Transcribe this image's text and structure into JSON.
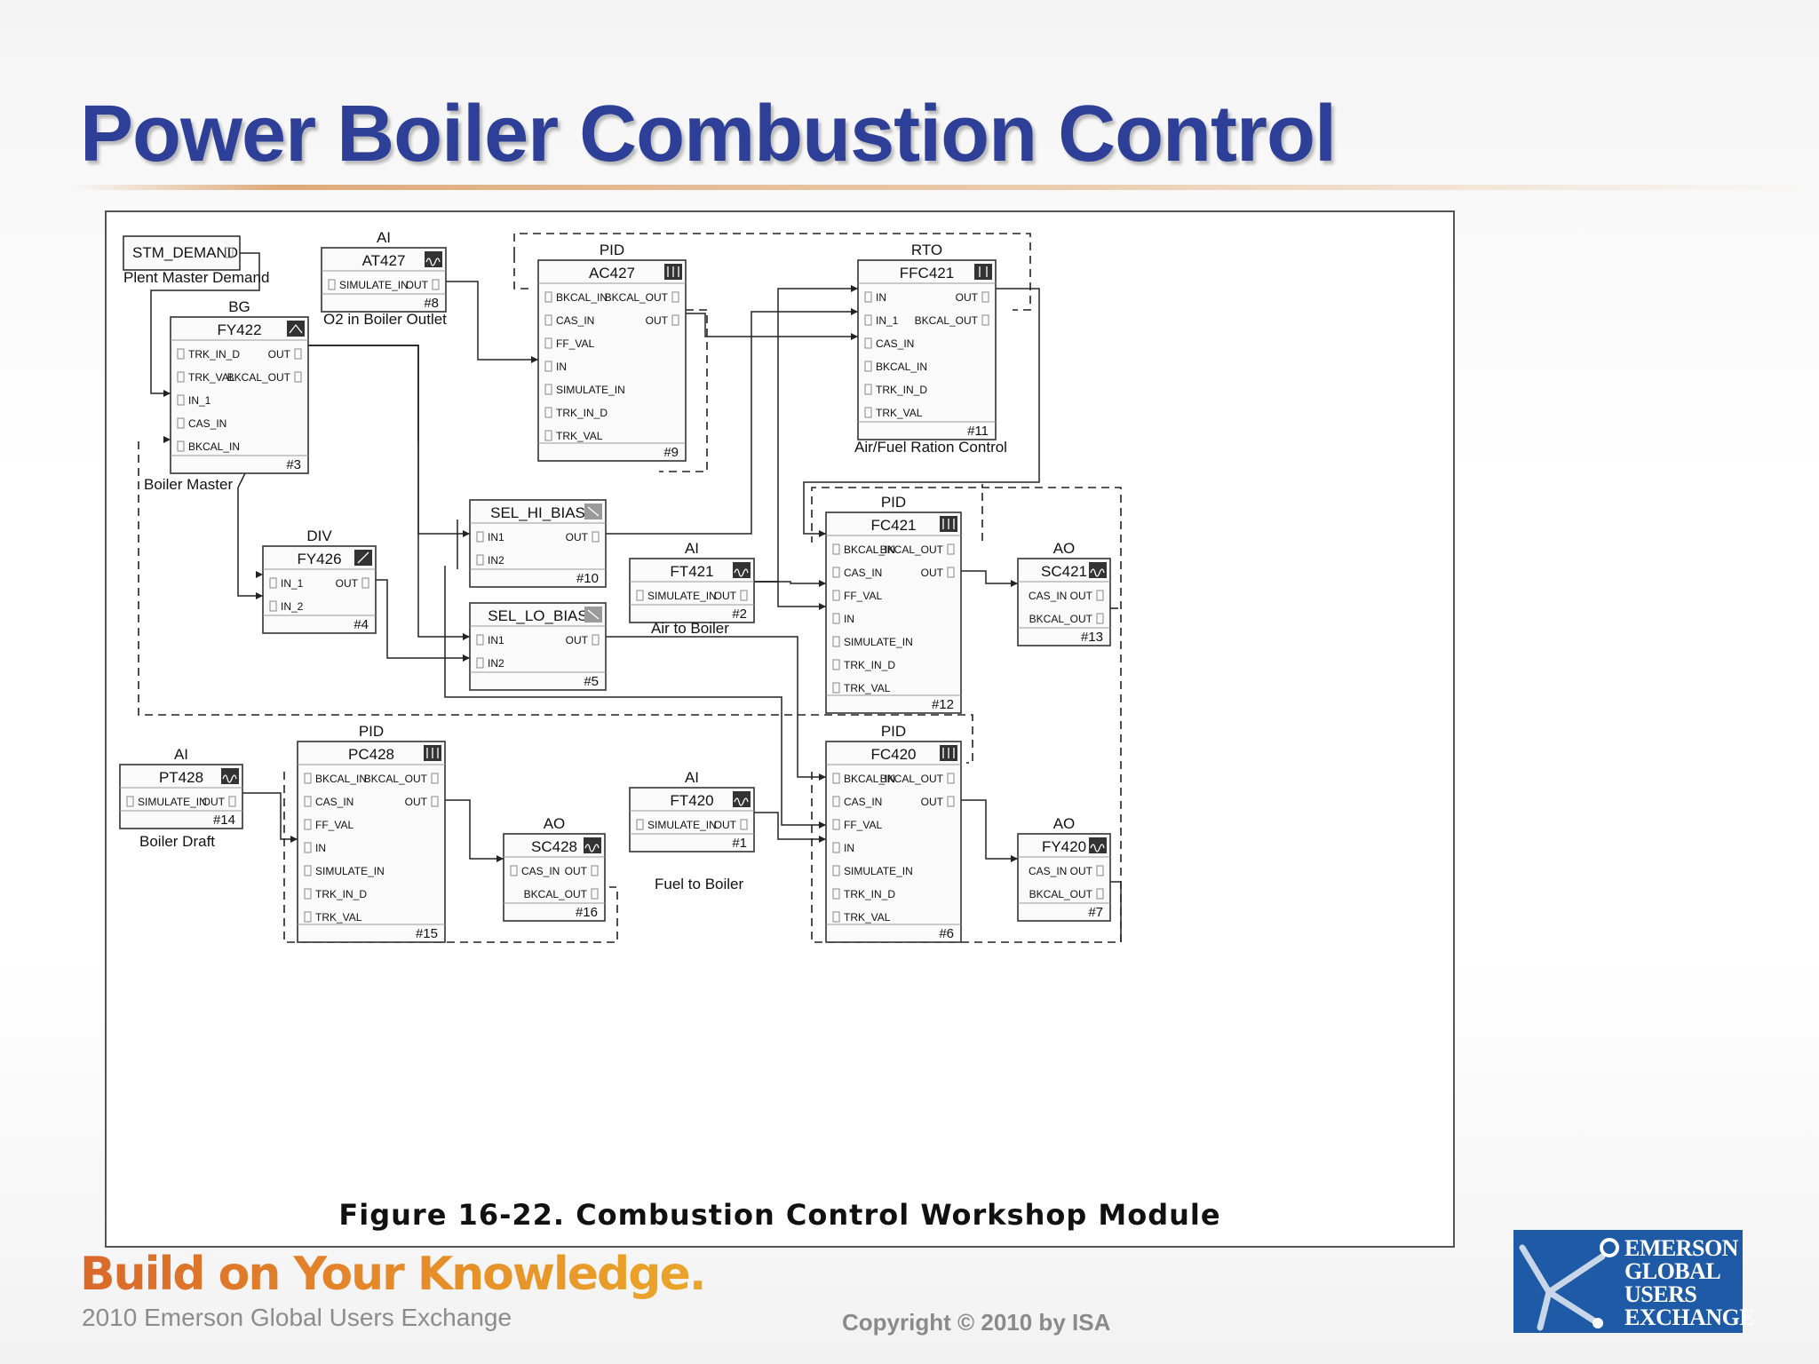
{
  "title": "Power Boiler Combustion Control",
  "figure": {
    "caption": "Figure 16-22. Combustion Control Workshop Module",
    "blocks": [
      {
        "id": "stm",
        "tag": "",
        "name": "STM_DEMAND",
        "pins": [],
        "num": "",
        "label": "Plent Master Demand"
      },
      {
        "id": "at427",
        "tag": "AI",
        "name": "AT427",
        "pins": [
          "SIMULATE_IN",
          "OUT"
        ],
        "num": "#8",
        "label": "O2 in Boiler Outlet"
      },
      {
        "id": "ac427",
        "tag": "PID",
        "name": "AC427",
        "pins": [
          "BKCAL_IN",
          "BKCAL_OUT",
          "CAS_IN",
          "OUT",
          "FF_VAL",
          "IN",
          "SIMULATE_IN",
          "TRK_IN_D",
          "TRK_VAL"
        ],
        "num": "#9",
        "label": ""
      },
      {
        "id": "ffc421",
        "tag": "RTO",
        "name": "FFC421",
        "pins": [
          "IN",
          "OUT",
          "IN_1",
          "BKCAL_OUT",
          "CAS_IN",
          "BKCAL_IN",
          "TRK_IN_D",
          "TRK_VAL"
        ],
        "num": "#11",
        "label": "Air/Fuel Ration Control"
      },
      {
        "id": "fy422",
        "tag": "BG",
        "name": "FY422",
        "pins": [
          "TRK_IN_D",
          "OUT",
          "TRK_VAL",
          "BKCAL_OUT",
          "IN_1",
          "CAS_IN",
          "BKCAL_IN"
        ],
        "num": "#3",
        "label": "Boiler Master"
      },
      {
        "id": "fy426",
        "tag": "DIV",
        "name": "FY426",
        "pins": [
          "IN_1",
          "OUT",
          "IN_2"
        ],
        "num": "#4",
        "label": ""
      },
      {
        "id": "selhi",
        "tag": "",
        "name": "SEL_HI_BIAS",
        "pins": [
          "IN1",
          "OUT",
          "IN2"
        ],
        "num": "#10",
        "label": ""
      },
      {
        "id": "sello",
        "tag": "",
        "name": "SEL_LO_BIAS",
        "pins": [
          "IN1",
          "OUT",
          "IN2"
        ],
        "num": "#5",
        "label": ""
      },
      {
        "id": "ft421",
        "tag": "AI",
        "name": "FT421",
        "pins": [
          "SIMULATE_IN",
          "OUT"
        ],
        "num": "#2",
        "label": "Air to Boiler"
      },
      {
        "id": "fc421",
        "tag": "PID",
        "name": "FC421",
        "pins": [
          "BKCAL_IN",
          "BKCAL_OUT",
          "CAS_IN",
          "OUT",
          "FF_VAL",
          "IN",
          "SIMULATE_IN",
          "TRK_IN_D",
          "TRK_VAL"
        ],
        "num": "#12",
        "label": ""
      },
      {
        "id": "sc421",
        "tag": "AO",
        "name": "SC421",
        "pins": [
          "CAS_IN OUT",
          "BKCAL_OUT"
        ],
        "num": "#13",
        "label": ""
      },
      {
        "id": "pt428",
        "tag": "AI",
        "name": "PT428",
        "pins": [
          "SIMULATE_IN",
          "OUT"
        ],
        "num": "#14",
        "label": "Boiler Draft"
      },
      {
        "id": "pc428",
        "tag": "PID",
        "name": "PC428",
        "pins": [
          "BKCAL_IN",
          "BKCAL_OUT",
          "CAS_IN",
          "OUT",
          "FF_VAL",
          "IN",
          "SIMULATE_IN",
          "TRK_IN_D",
          "TRK_VAL"
        ],
        "num": "#15",
        "label": ""
      },
      {
        "id": "sc428",
        "tag": "AO",
        "name": "SC428",
        "pins": [
          "CAS_IN",
          "OUT",
          "BKCAL_OUT"
        ],
        "num": "#16",
        "label": ""
      },
      {
        "id": "ft420",
        "tag": "AI",
        "name": "FT420",
        "pins": [
          "SIMULATE_IN",
          "OUT"
        ],
        "num": "#1",
        "label": "Fuel to Boiler"
      },
      {
        "id": "fc420",
        "tag": "PID",
        "name": "FC420",
        "pins": [
          "BKCAL_IN",
          "BKCAL_OUT",
          "CAS_IN",
          "OUT",
          "FF_VAL",
          "IN",
          "SIMULATE_IN",
          "TRK_IN_D",
          "TRK_VAL"
        ],
        "num": "#6",
        "label": ""
      },
      {
        "id": "fy420",
        "tag": "AO",
        "name": "FY420",
        "pins": [
          "CAS_IN OUT",
          "BKCAL_OUT"
        ],
        "num": "#7",
        "label": ""
      }
    ]
  },
  "footer": {
    "slogan": "Build on Your Knowledge.",
    "event": "2010 Emerson Global Users Exchange",
    "copyright": "Copyright © 2010 by ISA"
  },
  "logo": {
    "lines": [
      "EMERSON",
      "GLOBAL",
      "USERS",
      "EXCHANGE"
    ]
  }
}
